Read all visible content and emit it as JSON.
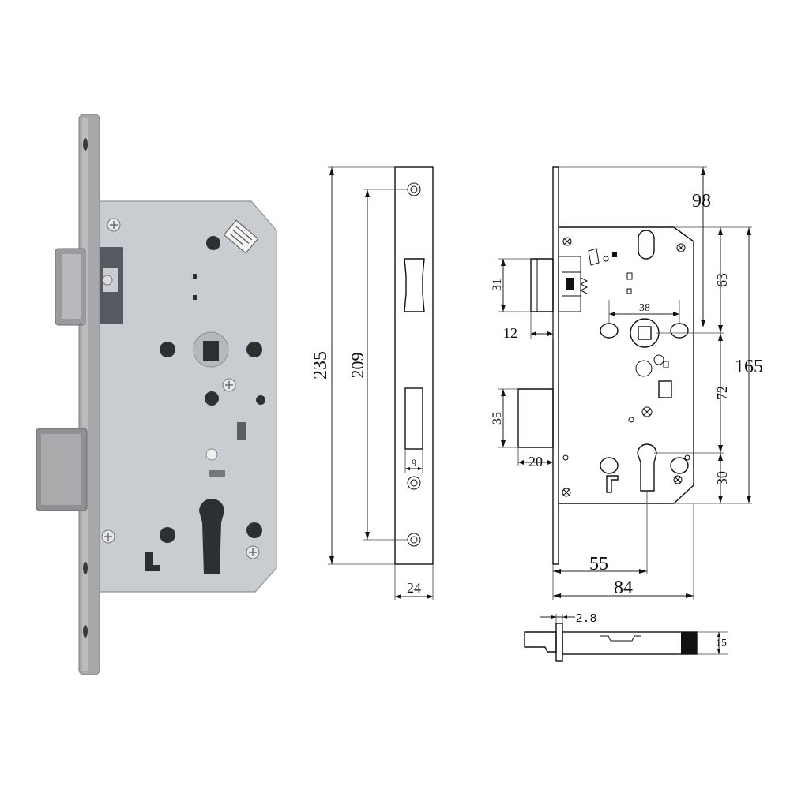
{
  "photo": {
    "description_icon": "mortise-lock-photo",
    "faceplate_color": "#a7a8aa",
    "body_color": "#c9ccd0",
    "latch_color": "#9a9b9e",
    "deadbolt_color": "#8f9093"
  },
  "faceplate_view": {
    "dim_total_height": "235",
    "dim_screw_spacing": "209",
    "dim_width": "24",
    "dim_slot": "9"
  },
  "side_view": {
    "dim_backset_to_plate": "98",
    "dim_spindle_from_top": "63",
    "dim_body_height": "165",
    "dim_latch_height": "31",
    "dim_latch_throw": "12",
    "dim_handle_spacing": "38",
    "dim_center_distance": "72",
    "dim_bolt_height": "35",
    "dim_bolt_throw": "20",
    "dim_cylinder_to_bottom": "30",
    "dim_backset": "55",
    "dim_body_depth": "84"
  },
  "bottom_view": {
    "dim_plate_thickness": "2.8",
    "dim_body_thickness": "15"
  }
}
